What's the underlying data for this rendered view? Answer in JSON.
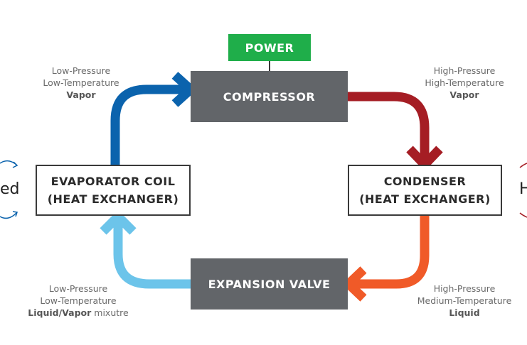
{
  "diagram": {
    "title": "Refrigeration cycle",
    "components": {
      "power": "POWER",
      "compressor": "COMPRESSOR",
      "condenser": {
        "line1": "CONDENSER",
        "line2": "(HEAT EXCHANGER)"
      },
      "expansion_valve": "EXPANSION VALVE",
      "evaporator": {
        "line1": "EVAPORATOR COIL",
        "line2": "(HEAT EXCHANGER)"
      }
    },
    "states": {
      "top_left": {
        "line1": "Low-Pressure",
        "line2": "Low-Temperature",
        "bold": "Vapor",
        "suffix": ""
      },
      "top_right": {
        "line1": "High-Pressure",
        "line2": "High-Temperature",
        "bold": "Vapor",
        "suffix": ""
      },
      "bottom_right": {
        "line1": "High-Pressure",
        "line2": "Medium-Temperature",
        "bold": "Liquid",
        "suffix": ""
      },
      "bottom_left": {
        "line1": "Low-Pressure",
        "line2": "Low-Temperature",
        "bold": "Liquid/Vapor",
        "suffix": " mixutre"
      }
    },
    "side_text": {
      "left": "ed",
      "right": "H"
    },
    "colors": {
      "low_pressure_vapor": "#0b63ad",
      "high_pressure_vapor": "#a51d24",
      "high_pressure_liquid": "#f05a28",
      "low_pressure_mixture": "#6cc4ea",
      "power": "#1fae4a",
      "dark_box": "#626569"
    }
  }
}
